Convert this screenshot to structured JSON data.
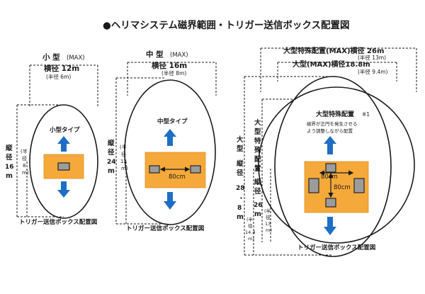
{
  "title": "●ヘリマシステム磁界範囲・トリガー送信ボックス配置図",
  "small": {
    "header": "小  型",
    "header_max": "(MAX)",
    "width_label": "横径 12m",
    "width_radius": "(半径 6m)",
    "vertical_label": [
      "縦",
      "径",
      "16",
      "m"
    ],
    "vertical_radius": [
      "(半",
      "径",
      "8",
      "m)"
    ],
    "type_label": "小型タイプ",
    "box_label": "トリガー送信ボックス配置図"
  },
  "medium": {
    "header": "中  型",
    "header_max": "(MAX)",
    "width_label": "横径 16m",
    "width_radius": "(半径 8m)",
    "vertical_label": [
      "縦",
      "径",
      "24",
      "m"
    ],
    "vertical_radius": [
      "(半",
      "径",
      "12",
      "m)"
    ],
    "type_label": "中型タイプ",
    "spacing": "80cm",
    "box_label": "トリガー送信ボックス配置図"
  },
  "large": {
    "special_header": "大型特殊配置(MAX)横径 26m",
    "special_radius": "(半径 13m)",
    "max_header": "大型(MAX)横径18.8m",
    "max_radius": "(半径 9.4m)",
    "vertical_main": [
      "大",
      "型",
      "縦",
      "径",
      "28",
      "・",
      "8",
      "m"
    ],
    "vertical_main_radius": [
      "(半",
      "径",
      "14.4",
      "m)"
    ],
    "vertical_special": [
      "大",
      "型",
      "特",
      "殊",
      "配",
      "置",
      "縦",
      "径",
      "26",
      "m"
    ],
    "vertical_special_radius": [
      "(半",
      "径",
      "13",
      "m)"
    ],
    "type_label": "大型特殊配置",
    "note_mark": "※1",
    "note_lines": [
      "磁界が正円を発生させる",
      "よう調整しながら配置"
    ],
    "spacing_h": "80cm",
    "spacing_v": "80cm",
    "box_label": "トリガー送信ボックス配置図"
  },
  "colors": {
    "box": "#f5a93a",
    "arrow": "#1e6fc4",
    "pad": "#9c9c9c"
  }
}
